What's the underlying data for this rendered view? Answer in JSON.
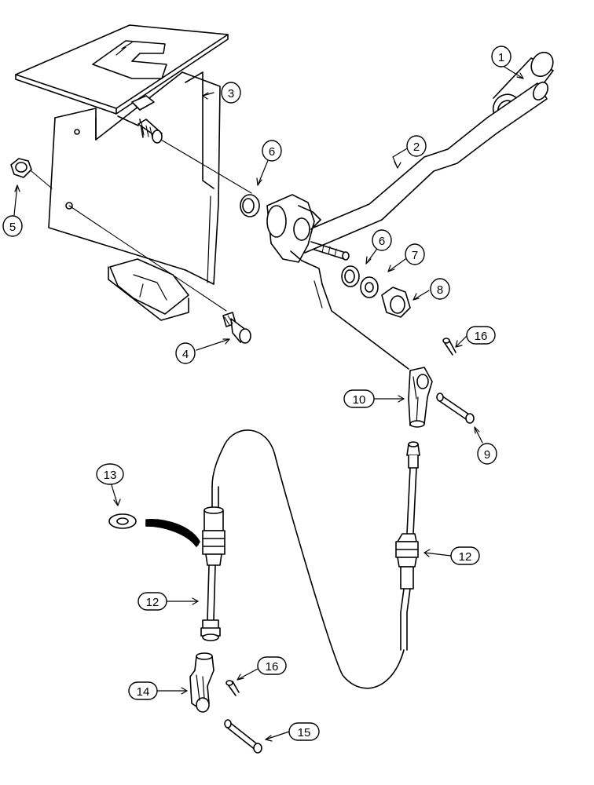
{
  "diagram": {
    "callouts": [
      {
        "id": "c1",
        "label": "1"
      },
      {
        "id": "c2",
        "label": "2"
      },
      {
        "id": "c3",
        "label": "3"
      },
      {
        "id": "c4",
        "label": "4"
      },
      {
        "id": "c5",
        "label": "5"
      },
      {
        "id": "c6a",
        "label": "6"
      },
      {
        "id": "c6b",
        "label": "6"
      },
      {
        "id": "c7",
        "label": "7"
      },
      {
        "id": "c8",
        "label": "8"
      },
      {
        "id": "c9",
        "label": "9"
      },
      {
        "id": "c10",
        "label": "10"
      },
      {
        "id": "c12a",
        "label": "12"
      },
      {
        "id": "c12b",
        "label": "12"
      },
      {
        "id": "c13",
        "label": "13"
      },
      {
        "id": "c14",
        "label": "14"
      },
      {
        "id": "c15",
        "label": "15"
      },
      {
        "id": "c16a",
        "label": "16"
      },
      {
        "id": "c16b",
        "label": "16"
      }
    ]
  }
}
